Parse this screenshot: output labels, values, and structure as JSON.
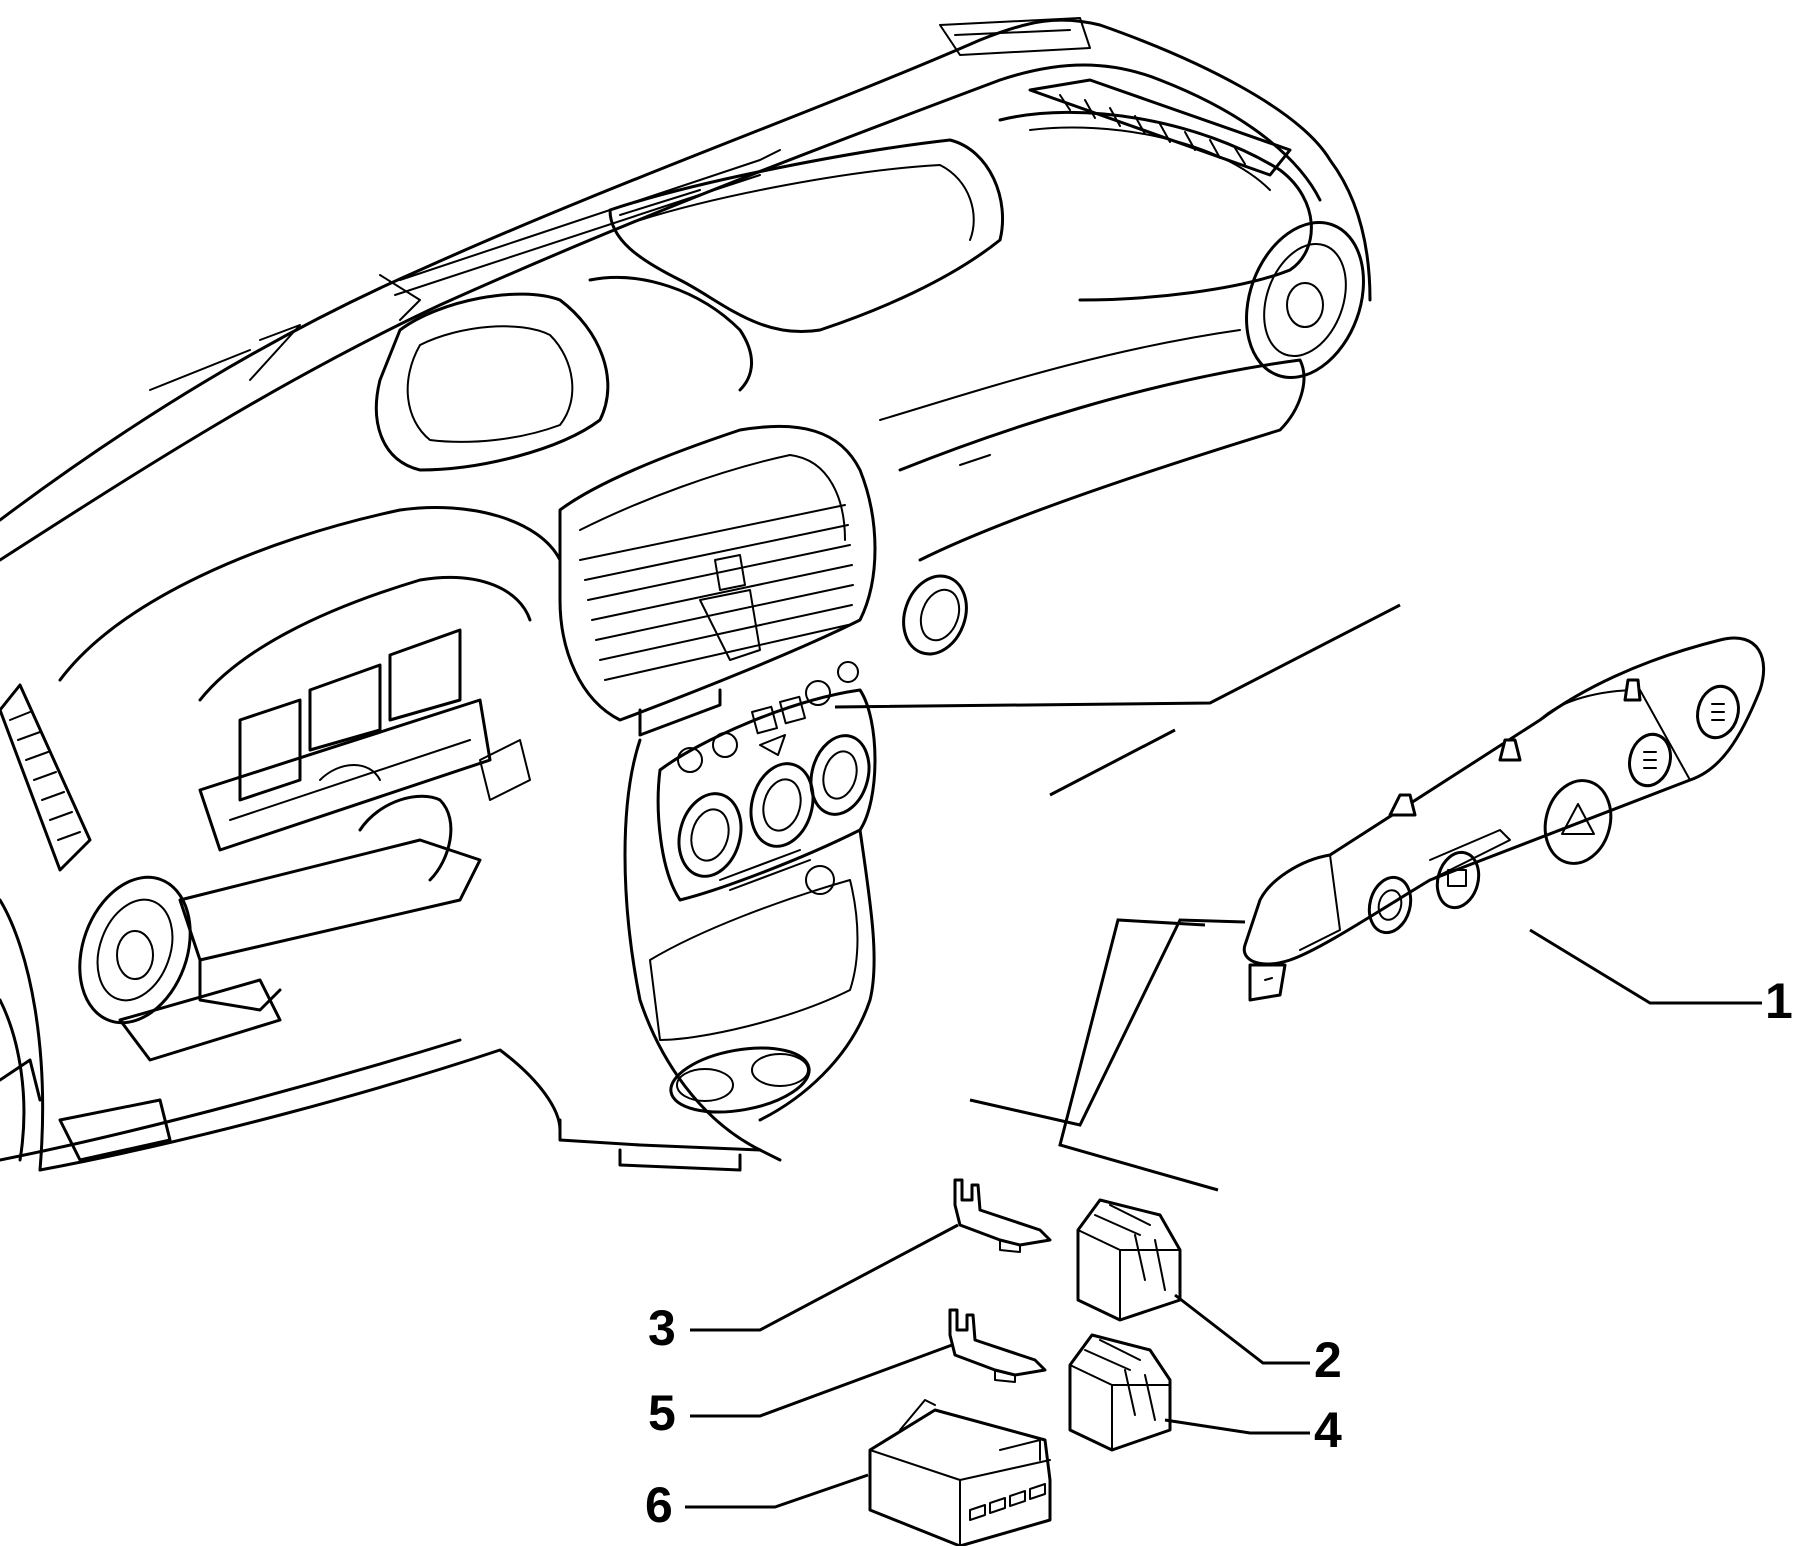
{
  "callouts": [
    {
      "id": "1",
      "label": "1"
    },
    {
      "id": "2",
      "label": "2"
    },
    {
      "id": "3",
      "label": "3"
    },
    {
      "id": "4",
      "label": "4"
    },
    {
      "id": "5",
      "label": "5"
    },
    {
      "id": "6",
      "label": "6"
    }
  ],
  "parts": {
    "switch_panel_icons": [
      "rear-fog-light-icon",
      "front-fog-light-icon",
      "hazard-warning-icon",
      "heated-rear-window-icon",
      "trip-reset-icon"
    ]
  }
}
